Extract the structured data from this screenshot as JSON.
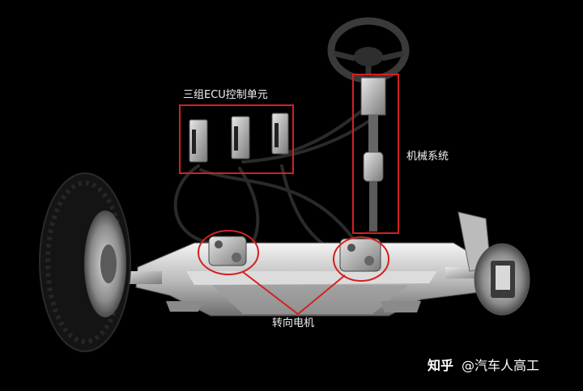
{
  "labels": {
    "ecu_group": "三组ECU控制单元",
    "mechanical_system": "机械系统",
    "steering_motor": "转向电机"
  },
  "watermark": {
    "brand": "知乎",
    "author": "@汽车人高工"
  },
  "colors": {
    "background": "#000000",
    "highlight": "#d42020",
    "text": "#f2f2f2"
  },
  "icons": {
    "steering_wheel": "steering-wheel-icon",
    "ecu_unit": "ecu-module-icon",
    "tire": "tire-icon",
    "motor": "steering-motor-icon"
  }
}
